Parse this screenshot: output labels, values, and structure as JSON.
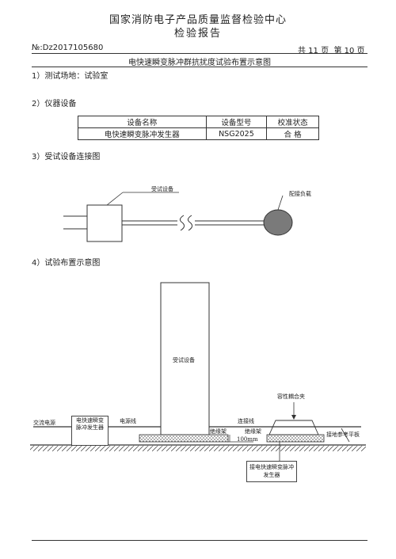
{
  "header": {
    "org": "国家消防电子产品质量监督检验中心",
    "report_title": "检验报告",
    "number_prefix": "№:",
    "number": "Dz2017105680",
    "total_pages": "共 11 页",
    "page": "第 10 页"
  },
  "doc_title": "电快速瞬变脉冲群抗扰度试验布置示意图",
  "sections": {
    "s1": "1）测试场地：试验室",
    "s2": "2）仪器设备",
    "s3": "3）受试设备连接图",
    "s4": "4）试验布置示意图"
  },
  "equipment_table": {
    "headers": [
      "设备名称",
      "设备型号",
      "校准状态"
    ],
    "rows": [
      [
        "电快速瞬变脉冲发生器",
        "NSG2025",
        "合 格"
      ]
    ]
  },
  "connection_diagram": {
    "eut_label": "受试设备",
    "load_label": "配接负载"
  },
  "layout_diagram": {
    "eut": "受试设备",
    "cap_clamp": "容性耦合夹",
    "ac_power": "交流电源",
    "generator_left": "电快速瞬变脉冲发生器",
    "power_line": "电源线",
    "connect_line": "连接线",
    "insulator1": "绝缘架",
    "insulator2": "绝缘架",
    "distance": "100mm",
    "ground_plane": "接地参考平板",
    "generator_bottom": "接电快速瞬变脉冲发生器"
  }
}
